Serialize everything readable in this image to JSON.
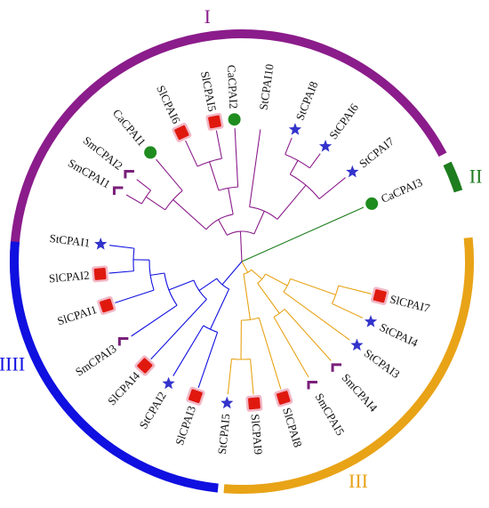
{
  "colors": {
    "group_I": "#8B1C8B",
    "group_II": "#1E7D1E",
    "group_III": "#E8A317",
    "group_IIII": "#1010E0",
    "root": "#111111",
    "square_fill": "#E0190F",
    "square_halo": "#F2B8C6",
    "circle": "#1E8C1E",
    "star": "#3333CC",
    "chevron": "#7A1F7A"
  },
  "groups": [
    {
      "id": "I",
      "label": "I",
      "color": "#8B1C8B"
    },
    {
      "id": "II",
      "label": "II",
      "color": "#1E7D1E"
    },
    {
      "id": "III",
      "label": "III",
      "color": "#E8A317"
    },
    {
      "id": "IIII",
      "label": "IIII",
      "color": "#1010E0"
    }
  ],
  "leaves": [
    {
      "name": "SmCPAI1",
      "group": "I",
      "marker": "chevron-icon"
    },
    {
      "name": "SmCPAI2",
      "group": "I",
      "marker": "chevron-icon"
    },
    {
      "name": "CaCPAI1",
      "group": "I",
      "marker": "circle-icon"
    },
    {
      "name": "SlCPAI6",
      "group": "I",
      "marker": "square-icon"
    },
    {
      "name": "SlCPAI5",
      "group": "I",
      "marker": "square-icon"
    },
    {
      "name": "CaCPAI2",
      "group": "I",
      "marker": "circle-icon"
    },
    {
      "name": "StCPAI10",
      "group": "I",
      "marker": "none"
    },
    {
      "name": "StCPAI8",
      "group": "I",
      "marker": "star-icon"
    },
    {
      "name": "StCPAI6",
      "group": "I",
      "marker": "star-icon"
    },
    {
      "name": "StCPAI7",
      "group": "I",
      "marker": "star-icon"
    },
    {
      "name": "CaCPAI3",
      "group": "II",
      "marker": "circle-icon"
    },
    {
      "name": "SlCPAI7",
      "group": "III",
      "marker": "square-icon"
    },
    {
      "name": "StCPAI4",
      "group": "III",
      "marker": "star-icon"
    },
    {
      "name": "StCPAI3",
      "group": "III",
      "marker": "star-icon"
    },
    {
      "name": "SmCPAI4",
      "group": "III",
      "marker": "chevron-icon"
    },
    {
      "name": "SmCPAI5",
      "group": "III",
      "marker": "chevron-icon"
    },
    {
      "name": "SlCPAI8",
      "group": "III",
      "marker": "square-icon"
    },
    {
      "name": "SlCPAI9",
      "group": "III",
      "marker": "square-icon"
    },
    {
      "name": "StCPAI5",
      "group": "III",
      "marker": "star-icon"
    },
    {
      "name": "SlCPAI3",
      "group": "IIII",
      "marker": "square-icon"
    },
    {
      "name": "StCPAI2",
      "group": "IIII",
      "marker": "star-icon"
    },
    {
      "name": "SlCPAI4",
      "group": "IIII",
      "marker": "square-icon"
    },
    {
      "name": "SmCPAI3",
      "group": "IIII",
      "marker": "chevron-icon"
    },
    {
      "name": "SlCPAI1",
      "group": "IIII",
      "marker": "square-icon"
    },
    {
      "name": "SlCPAI2",
      "group": "IIII",
      "marker": "square-icon"
    },
    {
      "name": "StCPAI1",
      "group": "IIII",
      "marker": "star-icon"
    }
  ]
}
